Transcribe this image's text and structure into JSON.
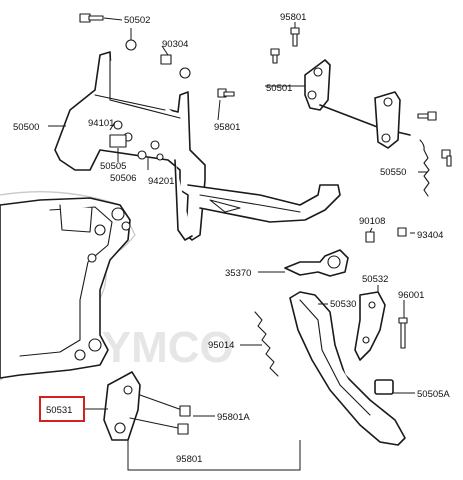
{
  "watermark": "KYMCO",
  "callouts": [
    {
      "id": "50502",
      "text": "50502"
    },
    {
      "id": "95801_top",
      "text": "95801"
    },
    {
      "id": "90304",
      "text": "90304"
    },
    {
      "id": "50501",
      "text": "50501"
    },
    {
      "id": "50500",
      "text": "50500"
    },
    {
      "id": "94101",
      "text": "94101"
    },
    {
      "id": "95801_mid",
      "text": "95801"
    },
    {
      "id": "50505",
      "text": "50505"
    },
    {
      "id": "50506",
      "text": "50506"
    },
    {
      "id": "94201",
      "text": "94201"
    },
    {
      "id": "50550",
      "text": "50550"
    },
    {
      "id": "90108",
      "text": "90108"
    },
    {
      "id": "93404",
      "text": "93404"
    },
    {
      "id": "35370",
      "text": "35370"
    },
    {
      "id": "50532",
      "text": "50532"
    },
    {
      "id": "96001",
      "text": "96001"
    },
    {
      "id": "50530",
      "text": "50530"
    },
    {
      "id": "95014",
      "text": "95014"
    },
    {
      "id": "50505A",
      "text": "50505A"
    },
    {
      "id": "50531",
      "text": "50531"
    },
    {
      "id": "95801A",
      "text": "95801A"
    },
    {
      "id": "95801_bottom",
      "text": "95801"
    }
  ],
  "highlight": {
    "callout": "50531",
    "color": "#d32020"
  }
}
